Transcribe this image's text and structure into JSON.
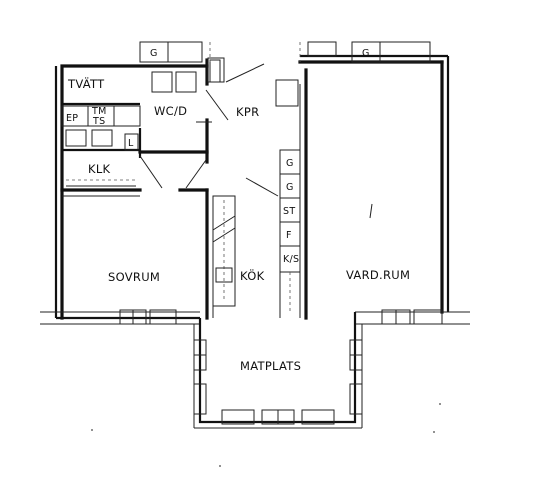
{
  "labels": {
    "tvatt": "TVÄTT",
    "wcd": "WC/D",
    "kpr": "KPR",
    "ep": "EP",
    "tm": "TM",
    "ts": "TS",
    "l": "L",
    "klk": "KLK",
    "sovrum": "SOVRUM",
    "kok": "KÖK",
    "vardrum": "VARD.RUM",
    "matplats": "MATPLATS",
    "g1": "G",
    "g2": "G",
    "g3": "G",
    "g4": "G",
    "st": "ST",
    "f": "F",
    "ks": "K/S"
  }
}
